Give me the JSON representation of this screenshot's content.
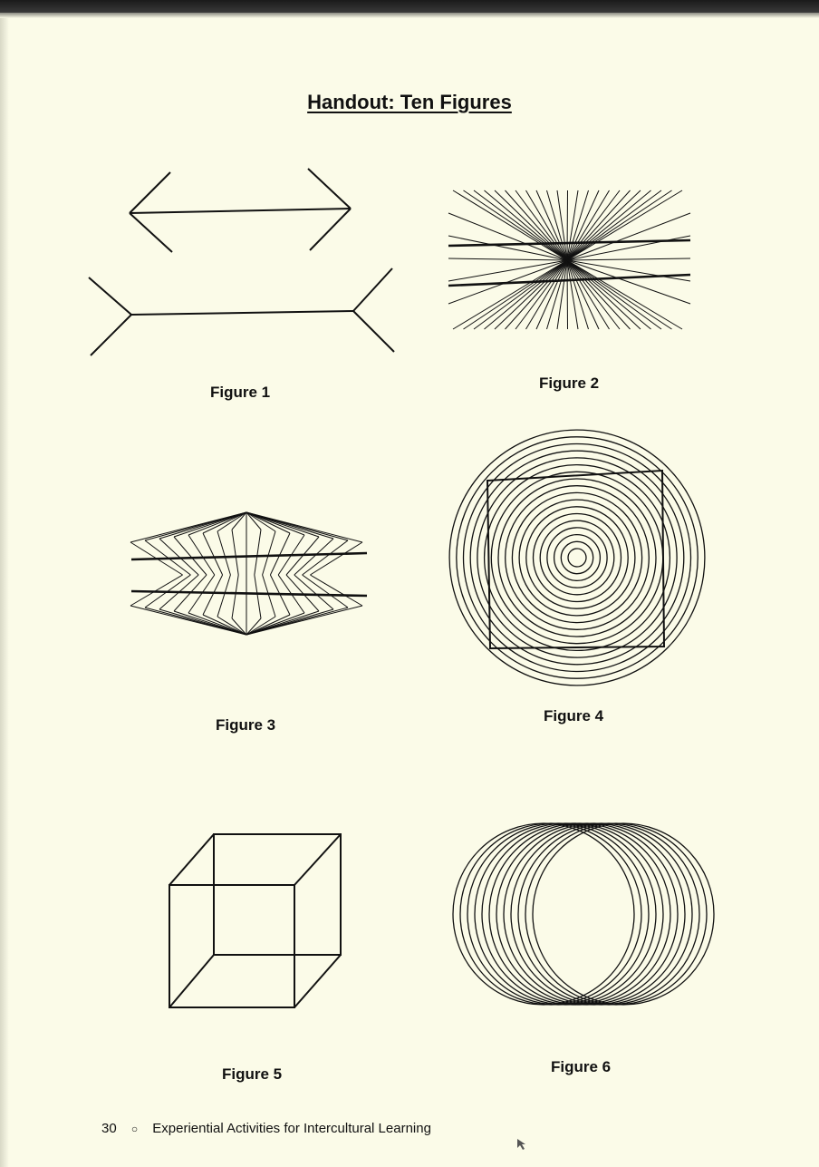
{
  "title": "Handout: Ten Figures",
  "figures": [
    {
      "caption": "Figure 1",
      "icon": "arrow-illusion-icon"
    },
    {
      "caption": "Figure 2",
      "icon": "hering-illusion-icon"
    },
    {
      "caption": "Figure 3",
      "icon": "wundt-illusion-icon"
    },
    {
      "caption": "Figure 4",
      "icon": "square-in-circles-icon"
    },
    {
      "caption": "Figure 5",
      "icon": "necker-cube-icon"
    },
    {
      "caption": "Figure 6",
      "icon": "overlapping-circles-icon"
    }
  ],
  "footer": {
    "page_number": "30",
    "separator": "○",
    "book_title": "Experiential Activities for Intercultural Learning"
  },
  "colors": {
    "paper": "#fbfbe8",
    "ink": "#111111"
  }
}
